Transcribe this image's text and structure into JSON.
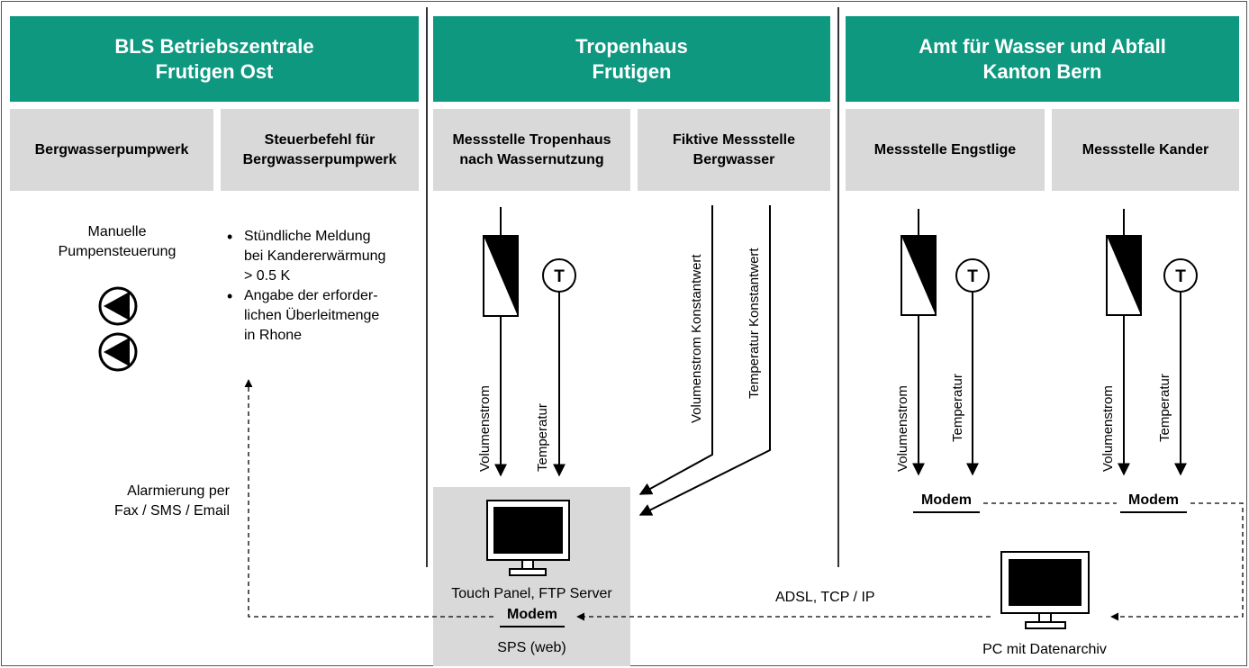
{
  "sections": [
    {
      "title_line1": "BLS Betriebszentrale",
      "title_line2": "Frutigen Ost"
    },
    {
      "title_line1": "Tropenhaus",
      "title_line2": "Frutigen"
    },
    {
      "title_line1": "Amt für Wasser und Abfall",
      "title_line2": "Kanton Bern"
    }
  ],
  "subheaders": {
    "bergwasserpumpwerk": "Bergwasserpumpwerk",
    "steuerbefehl_l1": "Steuerbefehl für",
    "steuerbefehl_l2": "Bergwasserpumpwerk",
    "messstelle_tropen_l1": "Messstelle Tropenhaus",
    "messstelle_tropen_l2": "nach Wassernutzung",
    "fiktive_l1": "Fiktive Messstelle",
    "fiktive_l2": "Bergwasser",
    "engstlige": "Messstelle Engstlige",
    "kander": "Messstelle Kander"
  },
  "manual": {
    "line1": "Manuelle",
    "line2": "Pumpensteuerung"
  },
  "bullets": {
    "b1_l1": "Stündliche Meldung",
    "b1_l2": "bei Kandererwärmung",
    "b1_l3": "> 0.5 K",
    "b2_l1": "Angabe der erforder-",
    "b2_l2": "lichen Überleitmenge",
    "b2_l3": "in Rhone"
  },
  "sensor_labels": {
    "volumenstrom": "Volumenstrom",
    "temperatur": "Temperatur",
    "volumenstrom_konst": "Volumenstrom Konstantwert",
    "temperatur_konst": "Temperatur Konstantwert",
    "thermo_symbol": "T"
  },
  "alarm": {
    "line1": "Alarmierung per",
    "line2": "Fax / SMS / Email"
  },
  "sps": {
    "panel_label": "Touch Panel, FTP Server",
    "modem": "Modem",
    "label": "SPS (web)"
  },
  "modems": {
    "engstlige": "Modem",
    "kander": "Modem"
  },
  "adsl_label": "ADSL, TCP / IP",
  "pc_label": "PC mit Datenarchiv",
  "colors": {
    "header_green": "#0e9880",
    "grey_box": "#d9d9d9"
  }
}
